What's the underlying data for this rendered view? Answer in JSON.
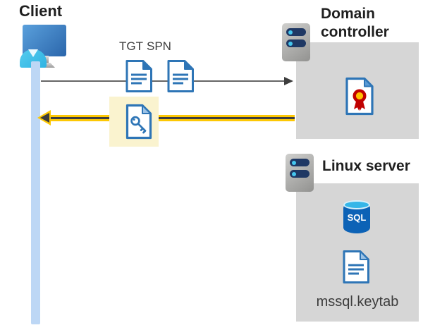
{
  "client": {
    "label": "Client"
  },
  "flow": {
    "tgt_label": "TGT",
    "spn_label": "SPN"
  },
  "domain_controller": {
    "label": "Domain controller"
  },
  "linux_server": {
    "label": "Linux server",
    "sql_badge": "SQL",
    "keytab_label": "mssql.keytab"
  },
  "icons": {
    "client": [
      "monitor-icon",
      "person-icon"
    ],
    "flow": [
      "tgt-document-icon",
      "spn-document-icon",
      "key-ticket-document-icon"
    ],
    "domain_controller": [
      "server-icon",
      "certificate-document-icon"
    ],
    "linux_server": [
      "server-icon",
      "sql-database-icon",
      "keytab-document-icon"
    ]
  },
  "colors": {
    "highlight_yellow": "#FAF3CF",
    "arrow_yellow": "#FDC804",
    "arrow_gray": "#666666",
    "arrowhead_dark": "#3D3D3D",
    "box_gray": "#D6D6D6",
    "doc_blue": "#2E75B6",
    "doc_fold_light": "#9DC3E6",
    "timeline_blue": "#BDD7F5",
    "server_body_gray": "#AFAFAD",
    "server_bar_navy": "#1F3864",
    "server_dot_cyan": "#45C6EE",
    "sql_body_blue": "#0C62B6",
    "sql_top_cyan": "#35B6E8",
    "cert_red": "#C00000",
    "cert_gold": "#FFC000",
    "person_cyan": "#41C1E8",
    "monitor_blue_light": "#5AA0DC",
    "monitor_blue_dark": "#2B66AB"
  }
}
